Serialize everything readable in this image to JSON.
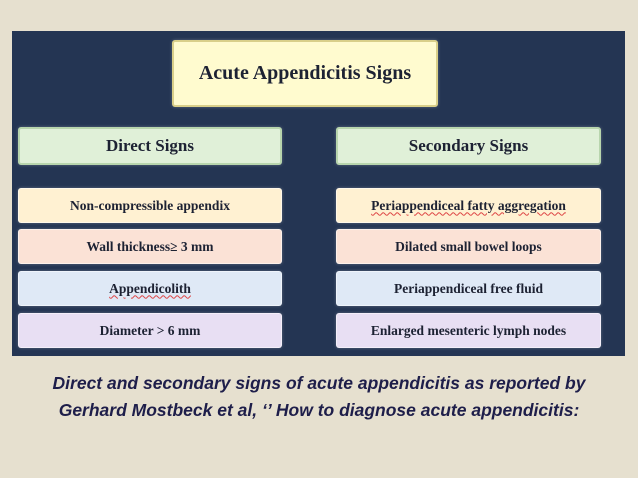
{
  "diagram": {
    "title": "Acute Appendicitis Signs",
    "columns": [
      {
        "header": "Direct Signs",
        "items": [
          "Non-compressible appendix",
          "Wall thickness≥ 3 mm",
          "Appendicolith",
          "Diameter > 6 mm"
        ]
      },
      {
        "header": "Secondary Signs",
        "items": [
          "Periappendiceal fatty aggregation",
          "Dilated small bowel loops",
          "Periappendiceal free fluid",
          "Enlarged mesenteric lymph nodes"
        ]
      }
    ],
    "colors": {
      "background": "#243553",
      "title_box": "#fffbcf",
      "header_box": "#e0f0d8",
      "row_1": "#fff1d2",
      "row_2": "#fbe2d6",
      "row_3": "#dfe9f6",
      "row_4": "#e8dff3"
    }
  },
  "caption": {
    "line1": "Direct and secondary signs of acute appendicitis as reported by",
    "line2": "Gerhard Mostbeck et al, ‘’ How to diagnose acute appendicitis:"
  }
}
